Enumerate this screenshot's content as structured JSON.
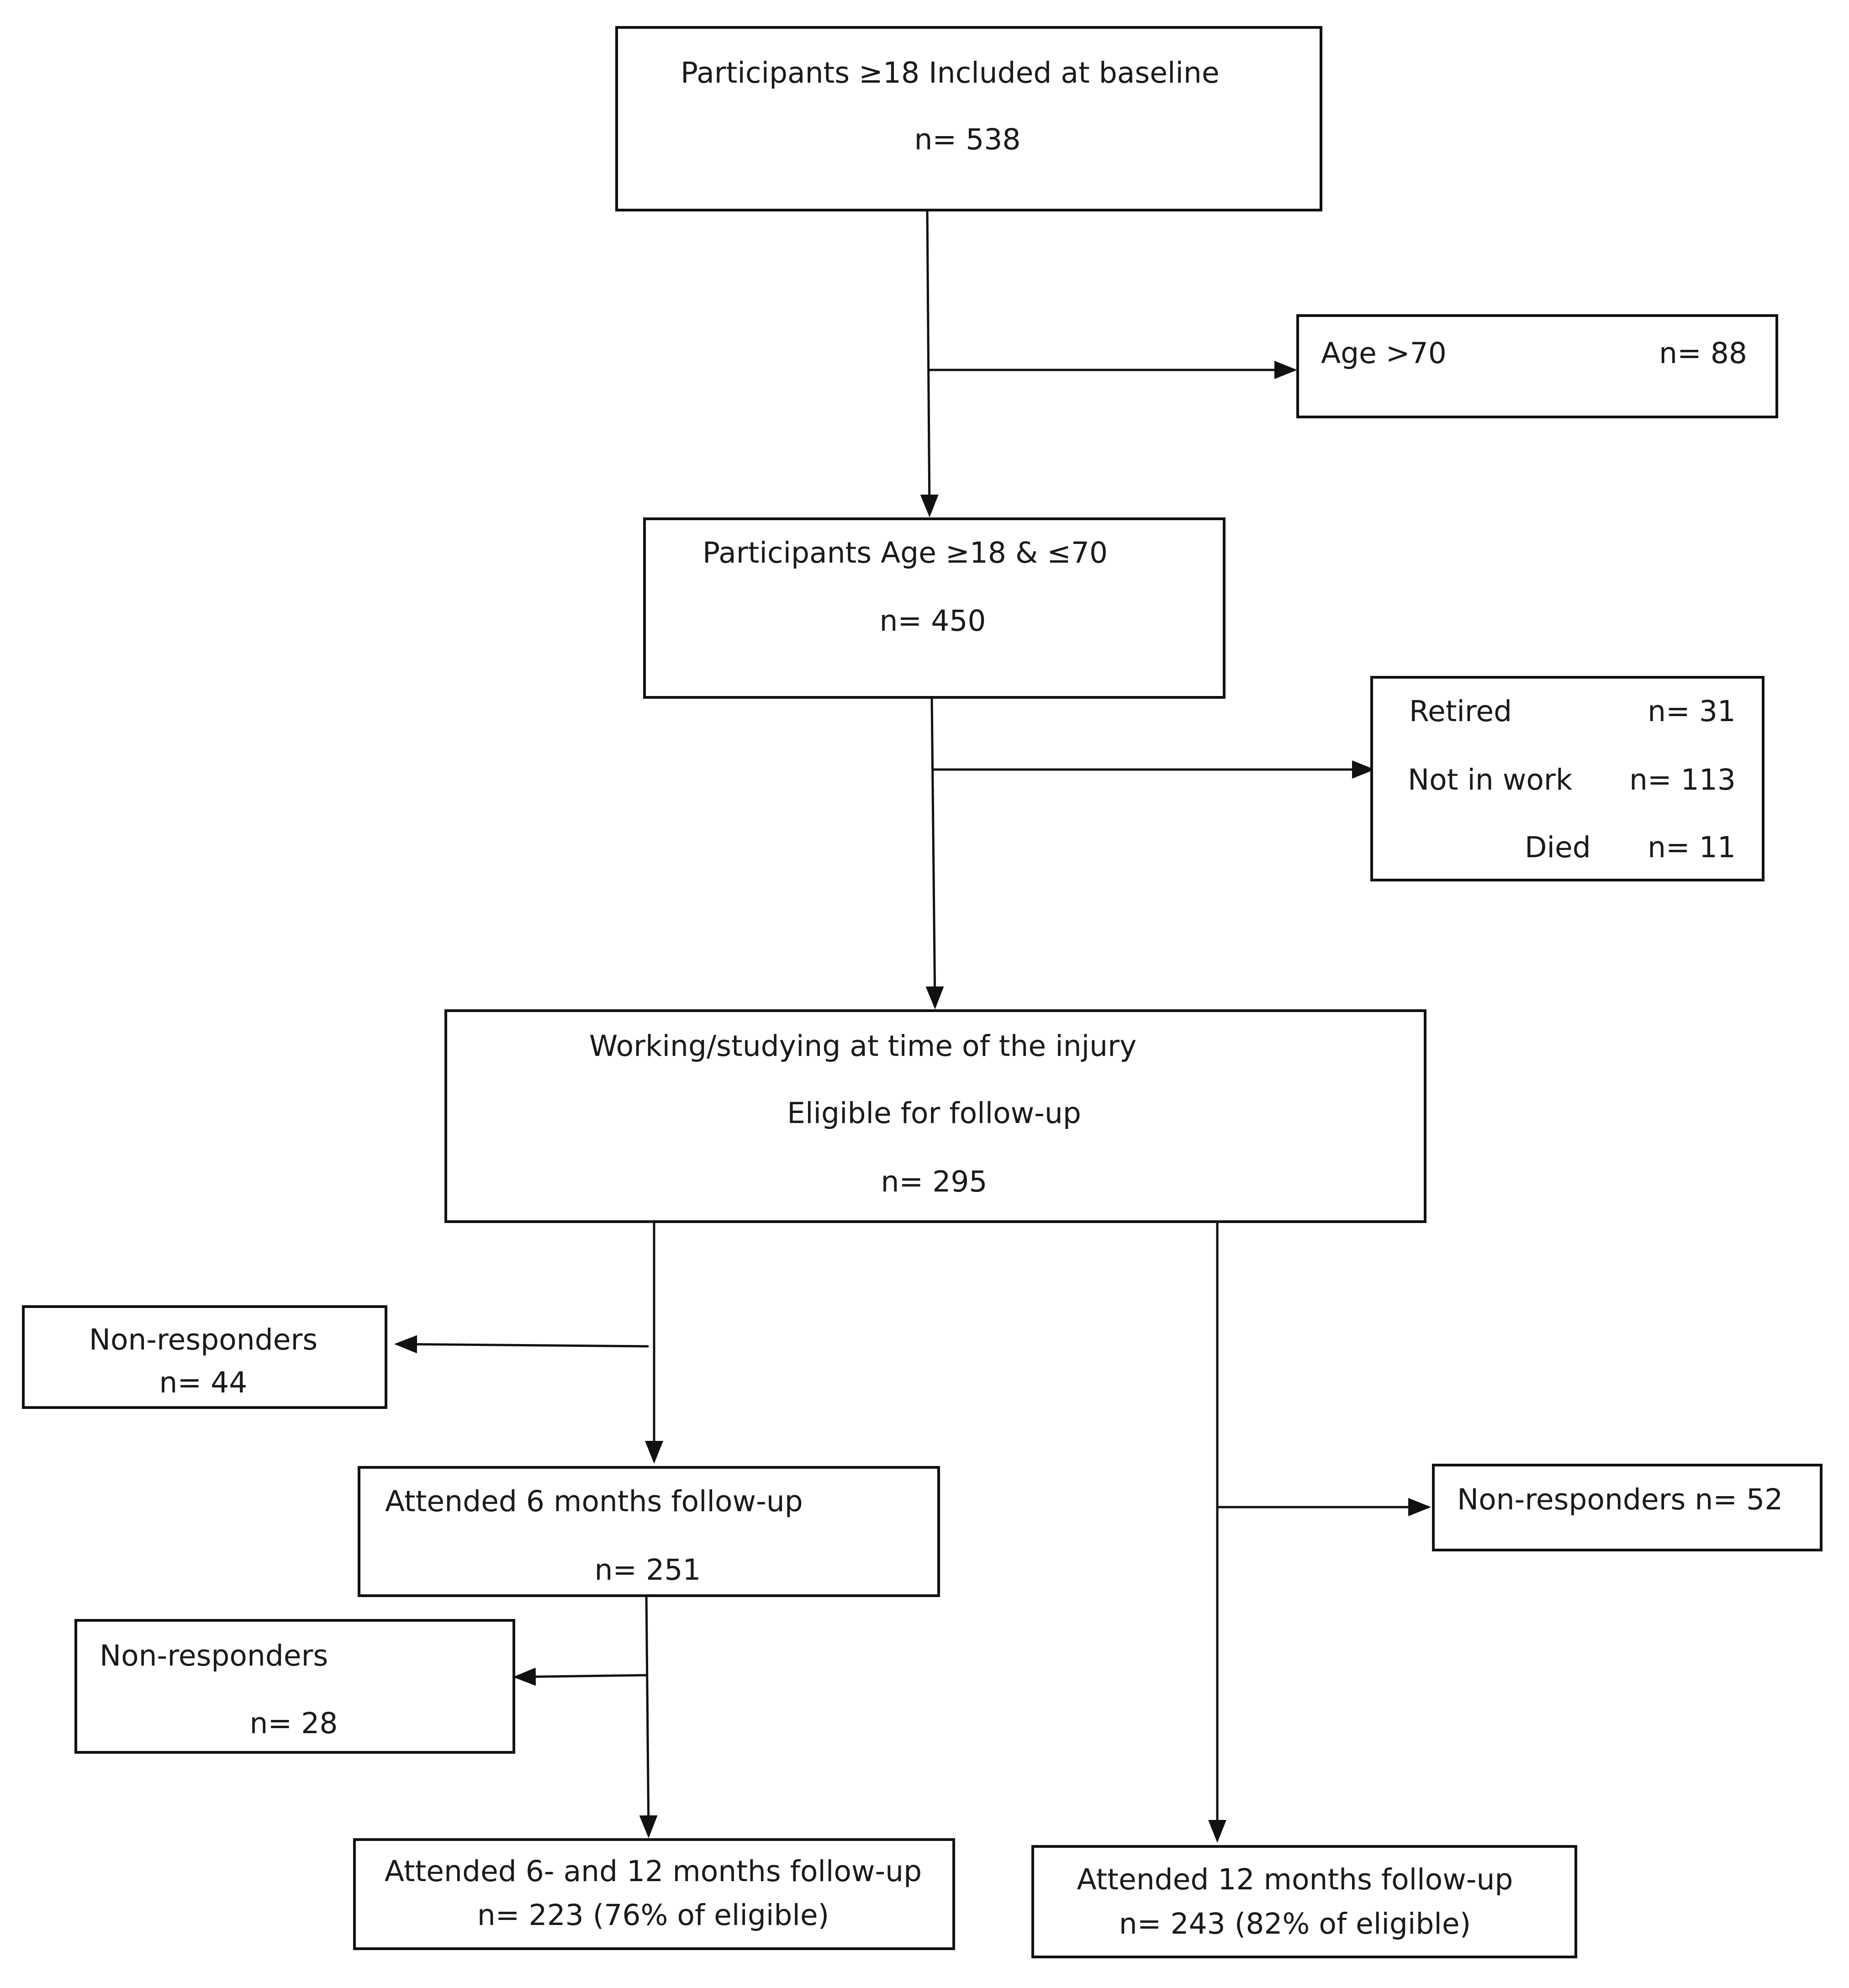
{
  "diagram": {
    "baseline": {
      "title": "Participants ≥18 Included at baseline",
      "n": "n= 538"
    },
    "excluded_age": {
      "label": "Age >70",
      "n": "n= 88"
    },
    "age_range": {
      "title": "Participants Age ≥18 & ≤70",
      "n": "n= 450"
    },
    "excluded_work": {
      "rows": [
        {
          "label": "Retired",
          "n": "n=   31"
        },
        {
          "label": "Not in work",
          "n": "n= 113"
        },
        {
          "label": "Died",
          "n": "n=   11"
        }
      ]
    },
    "eligible": {
      "line1": "Working/studying at time of the injury",
      "line2": "Eligible for follow-up",
      "n": "n= 295"
    },
    "nonresp_6m": {
      "label": "Non-responders",
      "n": "n= 44"
    },
    "attended_6m": {
      "title": "Attended 6 months follow-up",
      "n": "n= 251"
    },
    "nonresp_12m_right": {
      "label": "Non-responders n= 52"
    },
    "nonresp_6m_12m": {
      "label": "Non-responders",
      "n": "n= 28"
    },
    "attended_6_12m": {
      "title": "Attended 6- and 12 months follow-up",
      "n": "n= 223 (76% of eligible)"
    },
    "attended_12m": {
      "title": "Attended 12 months follow-up",
      "n": "n= 243 (82% of eligible)"
    }
  }
}
